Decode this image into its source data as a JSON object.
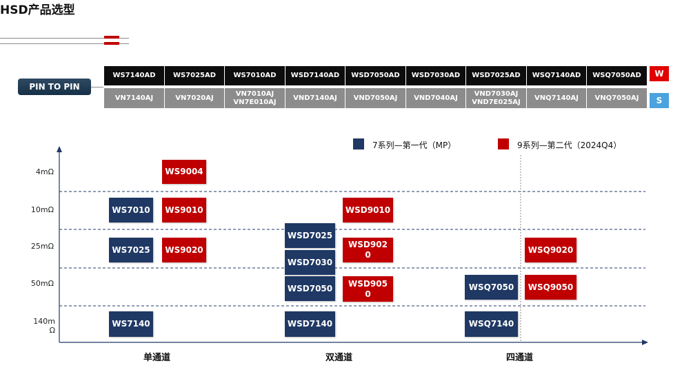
{
  "title": "HSD产品选型",
  "colors": {
    "gen7": "#1f3864",
    "gen9": "#c00000",
    "tag_w": "#e00000",
    "tag_s": "#4aa3df"
  },
  "pin_table": {
    "label": "PIN TO PIN",
    "w_row": [
      "WS7140AD",
      "WS7025AD",
      "WS7010AD",
      "WSD7140AD",
      "WSD7050AD",
      "WSD7030AD",
      "WSD7025AD",
      "WSQ7140AD",
      "WSQ7050AD"
    ],
    "s_row": [
      "VN7140AJ",
      "VN7020AJ",
      "VN7010AJ VN7E010AJ",
      "VND7140AJ",
      "VND7050AJ",
      "VND7040AJ",
      "VND7030AJ VND7E025AJ",
      "VNQ7140AJ",
      "VNQ7050AJ"
    ],
    "tag_w": "W",
    "tag_s": "S"
  },
  "legend": {
    "gen7": "7系列—第一代（MP）",
    "gen9": "9系列—第二代（2024Q4）"
  },
  "y_labels": [
    "4mΩ",
    "10mΩ",
    "25mΩ",
    "50mΩ",
    "140m Ω"
  ],
  "x_labels": [
    "单通道",
    "双通道",
    "四通道"
  ],
  "chips": {
    "ws9004": "WS9004",
    "ws7010": "WS7010",
    "ws9010": "WS9010",
    "wsd9010": "WSD9010",
    "ws7025": "WS7025",
    "ws9020": "WS9020",
    "wsd7025": "WSD7025",
    "wsd9020": "WSD9020",
    "wsq9020": "WSQ9020",
    "wsd7030": "WSD7030",
    "wsd7050": "WSD7050",
    "wsd9050": "WSD9050",
    "wsq7050": "WSQ7050",
    "wsq9050": "WSQ9050",
    "ws7140": "WS7140",
    "wsd7140": "WSD7140",
    "wsq7140": "WSQ7140"
  }
}
